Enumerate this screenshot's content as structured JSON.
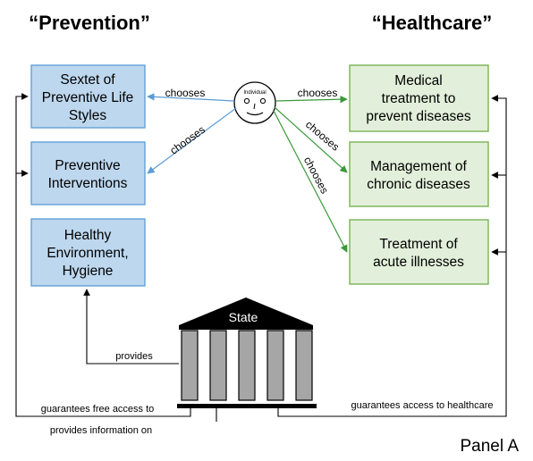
{
  "headings": {
    "prevention": "“Prevention”",
    "healthcare": "“Healthcare”"
  },
  "prevention_boxes": [
    {
      "lines": [
        "Sextet of",
        "Preventive Life",
        "Styles"
      ]
    },
    {
      "lines": [
        "Preventive",
        "Interventions"
      ]
    },
    {
      "lines": [
        "Healthy",
        "Environment,",
        "Hygiene"
      ]
    }
  ],
  "healthcare_boxes": [
    {
      "lines": [
        "Medical",
        "treatment to",
        "prevent diseases"
      ]
    },
    {
      "lines": [
        "Management of",
        "chronic diseases"
      ]
    },
    {
      "lines": [
        "Treatment of",
        "acute illnesses"
      ]
    }
  ],
  "individual": {
    "label": "Individual"
  },
  "edge_labels": {
    "chooses_1": "chooses",
    "chooses_2": "chooses",
    "chooses_3": "chooses",
    "chooses_4": "chooses",
    "chooses_5": "chooses",
    "provides": "provides",
    "guarantees_free_access": "guarantees free access to",
    "provides_information": "provides information on",
    "guarantees_healthcare": "guarantees access to healthcare"
  },
  "state": {
    "label": "State"
  },
  "panel_label": "Panel A",
  "colors": {
    "prevention_fill": "#bdd7ee",
    "prevention_border": "#5b9bd5",
    "healthcare_fill": "#e2efda",
    "healthcare_border": "#70ad47",
    "blue_arrow": "#5b9bd5",
    "green_arrow": "#3a9a3a",
    "state_roof": "#000000",
    "state_column": "#a6a6a6"
  }
}
